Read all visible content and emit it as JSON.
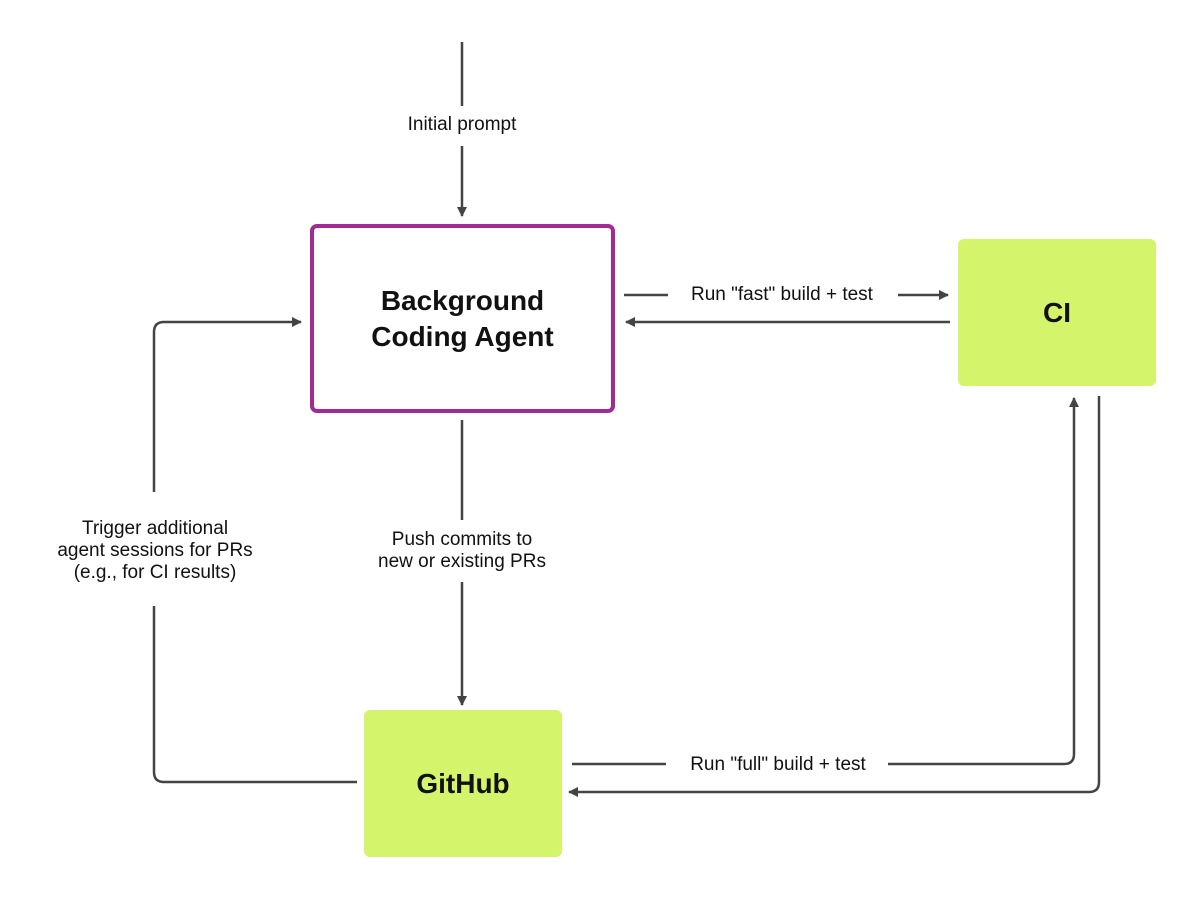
{
  "nodes": {
    "agent": {
      "label": "Background Coding Agent"
    },
    "ci": {
      "label": "CI"
    },
    "github": {
      "label": "GitHub"
    }
  },
  "edges": {
    "initial_prompt": "Initial prompt",
    "fast_build": "Run \"fast\" build + test",
    "push_commits": [
      "Push commits to",
      "new or existing PRs"
    ],
    "trigger_sessions": [
      "Trigger additional",
      "agent sessions for PRs",
      "(e.g., for CI results)"
    ],
    "full_build": "Run \"full\" build + test"
  },
  "colors": {
    "agent_border": "#a12a93",
    "box_fill": "#d3f46b",
    "arrow": "#444444"
  }
}
